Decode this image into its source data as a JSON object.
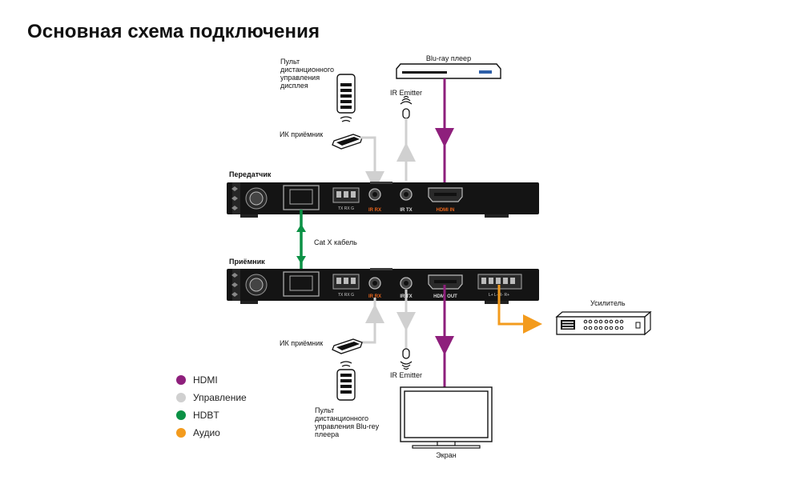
{
  "title": "Основная схема подключения",
  "devices": {
    "remote_top": "Пульт дистанционного управления дисплея",
    "ir_receiver_top": "ИК приёмник",
    "bluray": "Blu-ray плеер",
    "ir_emitter_top": "IR Emitter",
    "transmitter": "Передатчик",
    "receiver": "Приёмник",
    "cat_cable": "Cat X кабель",
    "amplifier": "Усилитель",
    "ir_receiver_bottom": "ИК приёмник",
    "ir_emitter_bottom": "IR Emitter",
    "remote_bottom": "Пульт дистанционного управления Blu-rey плеера",
    "screen": "Экран"
  },
  "ports": {
    "terminal_pins": "TX  RX  G",
    "ir_rx": "IR RX",
    "ir_tx": "IR TX",
    "hdmi_in": "HDMI IN",
    "hdmi_out": "HDMI OUT",
    "audio_pins": "L+  L-       R-  R+"
  },
  "legend": [
    {
      "label": "HDMI",
      "color": "#8e1f7c"
    },
    {
      "label": "Управление",
      "color": "#d0d0d0"
    },
    {
      "label": "HDBT",
      "color": "#0b9145"
    },
    {
      "label": "Аудио",
      "color": "#f39b1d"
    }
  ],
  "colors": {
    "hdmi": "#8e1f7c",
    "control": "#d0d0d0",
    "hdbt": "#0b9145",
    "audio": "#f39b1d",
    "port_label_active": "#e8641b"
  }
}
